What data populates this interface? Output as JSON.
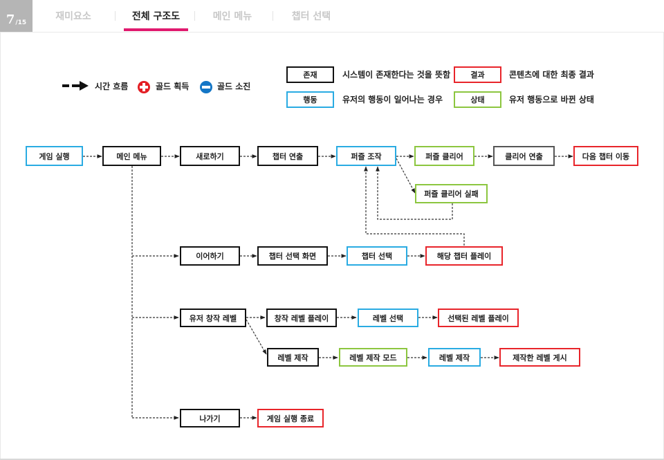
{
  "header": {
    "page_current": "7",
    "page_total": "/15",
    "tabs": [
      {
        "label": "재미요소",
        "active": false
      },
      {
        "label": "전체 구조도",
        "active": true
      },
      {
        "label": "메인 메뉴",
        "active": false
      },
      {
        "label": "챕터 선택",
        "active": false
      }
    ]
  },
  "legend": {
    "time_flow": "시간 흐름",
    "gold_gain": "골드 획득",
    "gold_spend": "골드 소진",
    "exist_label": "존재",
    "exist_desc": "시스템이 존재한다는 것을 뜻함",
    "action_label": "행동",
    "action_desc": "유저의 행동이 일어나는 경우",
    "result_label": "결과",
    "result_desc": "콘텐츠에 대한 최종 결과",
    "state_label": "상태",
    "state_desc": "유저 행동으로 바뀐 상태"
  },
  "colors": {
    "exist": "#111111",
    "action": "#29abe2",
    "result": "#e8242a",
    "state": "#8cc63f",
    "accent": "#e0196e"
  },
  "nodes": {
    "game_run": "게임 실행",
    "main_menu": "메인 메뉴",
    "new_game": "새로하기",
    "chapter_intro": "챕터 연출",
    "puzzle_control": "퍼즐 조작",
    "puzzle_clear": "퍼즐 클리어",
    "clear_scene": "클리어 연출",
    "next_chapter": "다음 챕터 이동",
    "puzzle_fail": "퍼즐 클리어 실패",
    "continue": "이어하기",
    "chapter_select_screen": "챕터 선택 화면",
    "chapter_select": "챕터 선택",
    "play_chapter": "해당 챕터 플레이",
    "user_levels": "유저 창작 레벨",
    "play_created": "창작 레벨 플레이",
    "level_select": "레벨 선택",
    "play_selected": "선택된 레벨 플레이",
    "make_level": "레벨 제작",
    "edit_mode": "레벨 제작 모드",
    "level_make": "레벨 제작",
    "post_level": "제작한 레벨 게시",
    "exit": "나가기",
    "game_end": "게임 실행 종료"
  }
}
